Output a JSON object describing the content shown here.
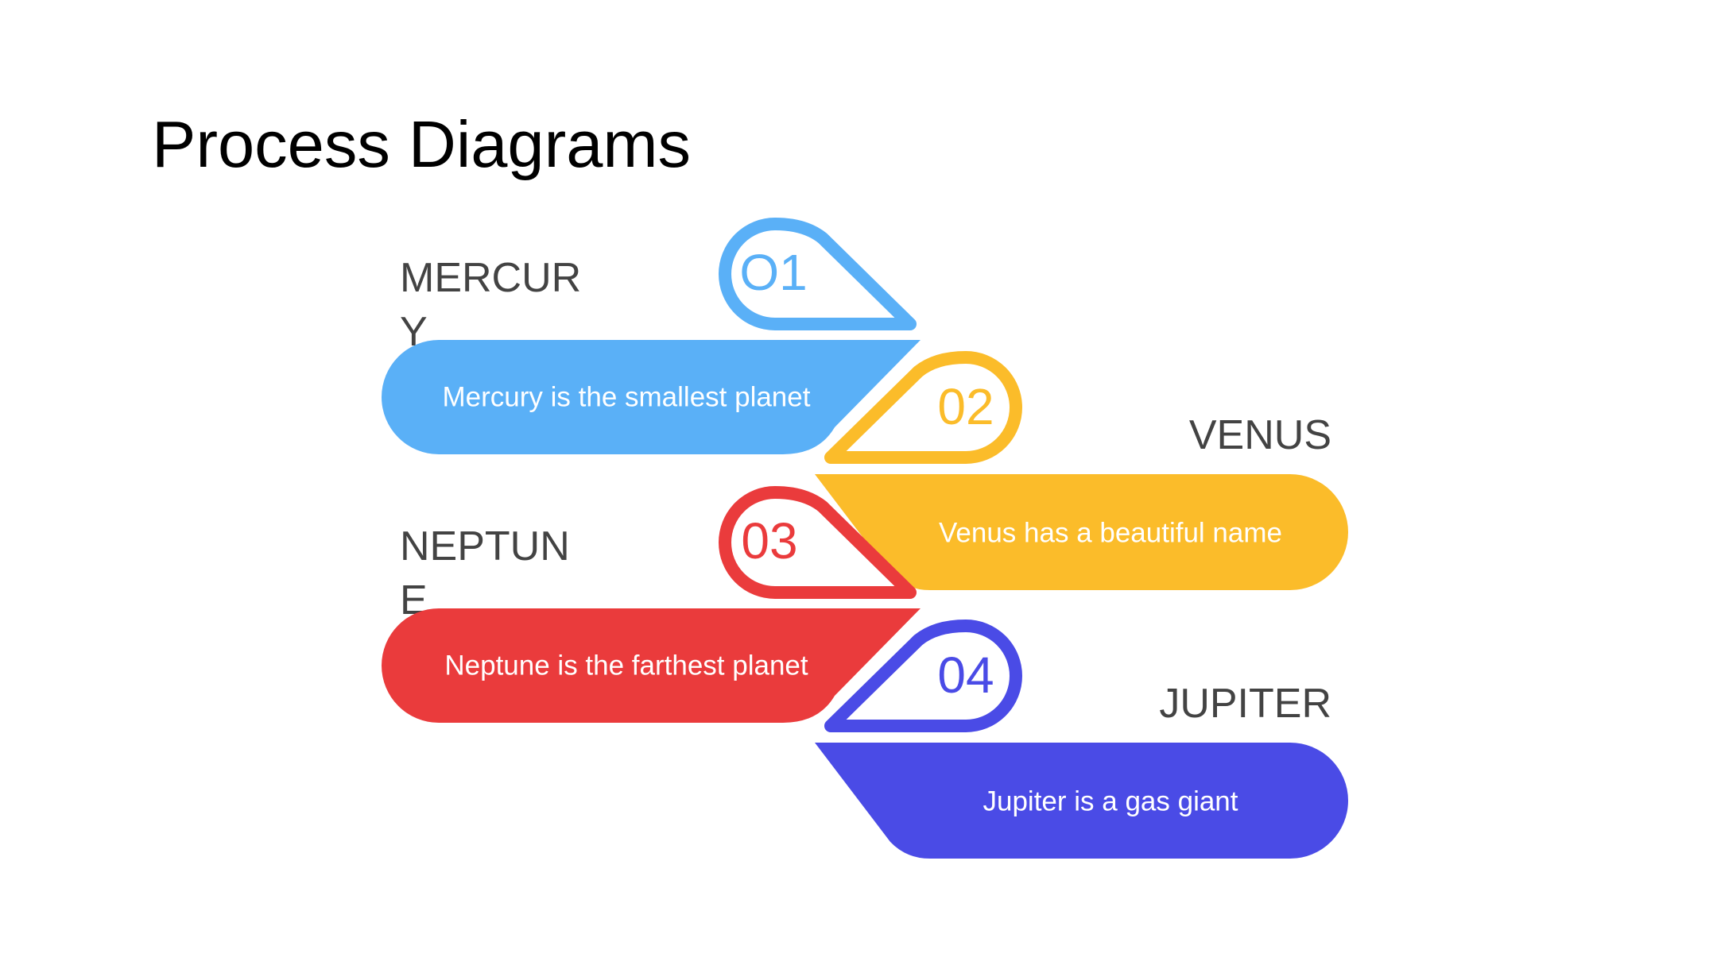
{
  "title": "Process Diagrams",
  "steps": [
    {
      "number": "O1",
      "heading": "MERCURY",
      "text": "Mercury is the smallest planet",
      "color": "#5AB0F7"
    },
    {
      "number": "02",
      "heading": "VENUS",
      "text": "Venus has a beautiful name",
      "color": "#FBBC2A"
    },
    {
      "number": "03",
      "heading": "NEPTUNE",
      "text": "Neptune is the farthest planet",
      "color": "#EA3B3C"
    },
    {
      "number": "04",
      "heading": "JUPITER",
      "text": "Jupiter is a gas giant",
      "color": "#4A4BE6"
    }
  ]
}
